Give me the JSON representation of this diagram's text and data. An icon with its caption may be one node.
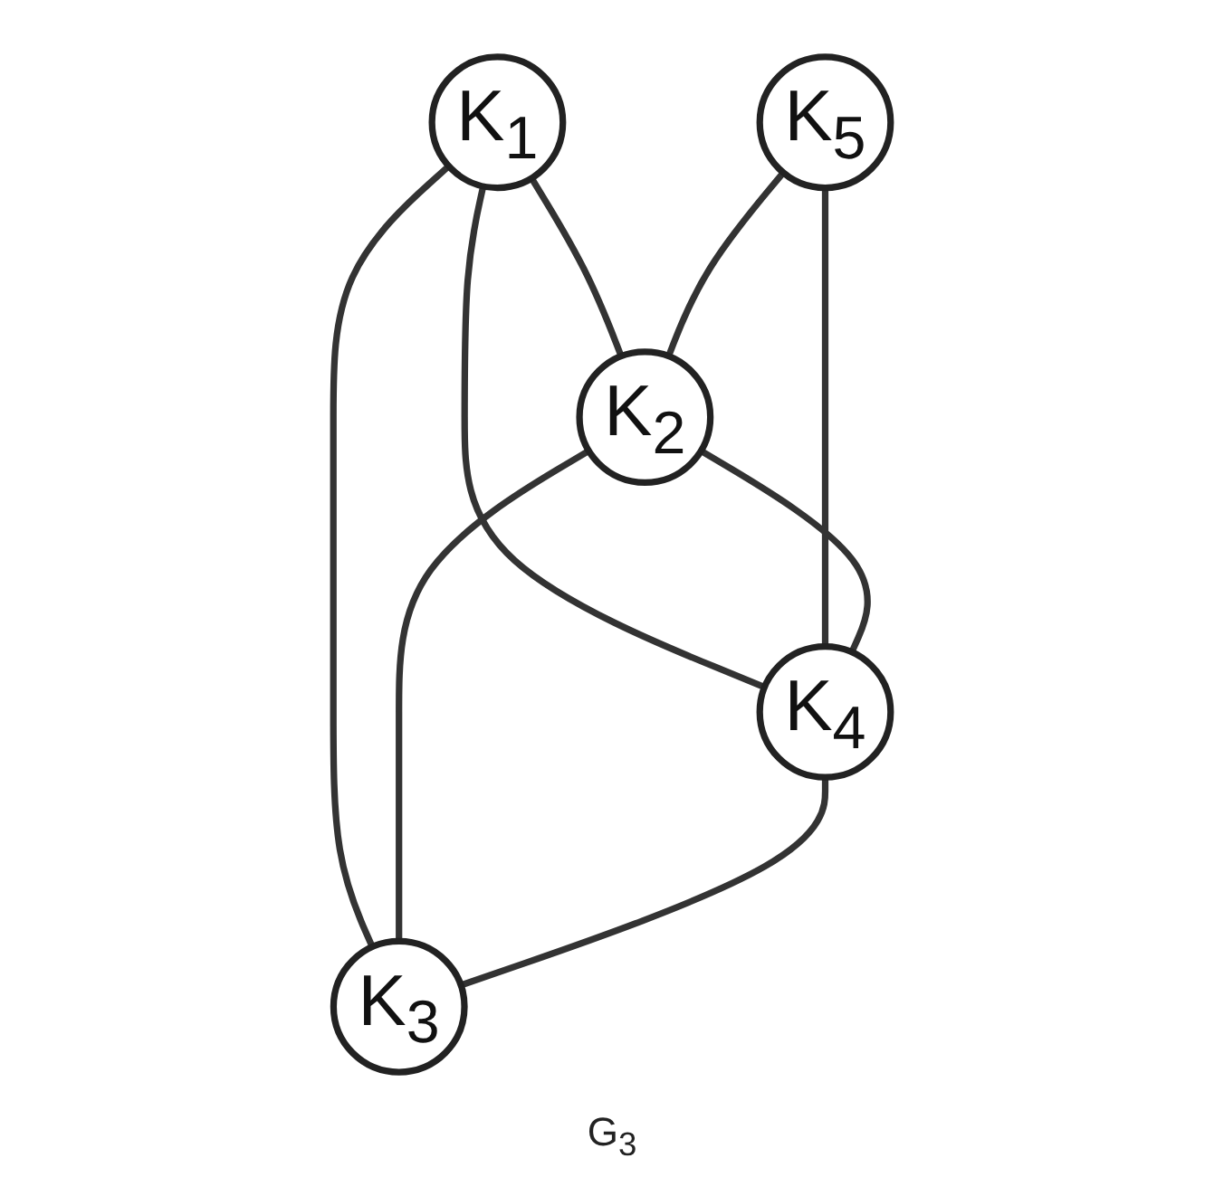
{
  "diagram": {
    "caption": "G$_{3}$",
    "nodes": [
      {
        "text": [
          "K$_{1}$"
        ]
      },
      {
        "text": [
          "K$_{5}$"
        ]
      },
      {
        "text": [
          "K$_{2}$"
        ]
      },
      {
        "text": [
          "K$_{4}$"
        ]
      },
      {
        "text": [
          "K$_{3}$"
        ]
      }
    ],
    "edges": [
      {
        "from": 0,
        "to": 2,
        "arrow": "none"
      },
      {
        "from": 0,
        "to": 3,
        "arrow": "none"
      },
      {
        "from": 0,
        "to": 4,
        "arrow": "none"
      },
      {
        "from": 1,
        "to": 2,
        "arrow": "none"
      },
      {
        "from": 1,
        "to": 3,
        "arrow": "none"
      },
      {
        "from": 2,
        "to": 3,
        "arrow": "none"
      },
      {
        "from": 2,
        "to": 4,
        "arrow": "none"
      },
      {
        "from": 3,
        "to": 4,
        "arrow": "none"
      }
    ]
  }
}
